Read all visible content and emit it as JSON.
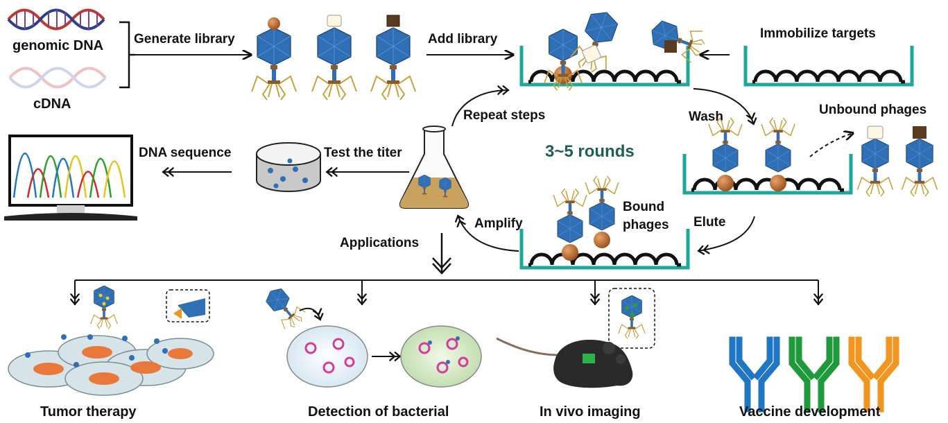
{
  "labels": {
    "genomic_dna": "genomic DNA",
    "cdna": "cDNA",
    "generate_library": "Generate library",
    "add_library": "Add library",
    "immobilize_targets": "Immobilize targets",
    "wash": "Wash",
    "unbound_phages": "Unbound phages",
    "repeat_steps": "Repeat steps",
    "rounds": "3~5 rounds",
    "test_titer": "Test the titer",
    "dna_sequence": "DNA sequence",
    "amplify": "Amplify",
    "bound_phages_line1": "Bound",
    "bound_phages_line2": "phages",
    "elute": "Elute",
    "applications": "Applications"
  },
  "applications": [
    {
      "label": "Tumor therapy"
    },
    {
      "label": "Detection of bacterial"
    },
    {
      "label": "In vivo imaging"
    },
    {
      "label": "Vaccine development"
    }
  ],
  "colors": {
    "phage_head": "#2f6fb5",
    "phage_collar": "#8a5a2b",
    "phage_legs": "#c9a13b",
    "plate": "#1fa89a",
    "bead": "#b8652a",
    "rounds_text": "#1f5f4f",
    "antibody_blue": "#1f77c4",
    "antibody_green": "#1f9a3a",
    "antibody_orange": "#f0961e"
  }
}
